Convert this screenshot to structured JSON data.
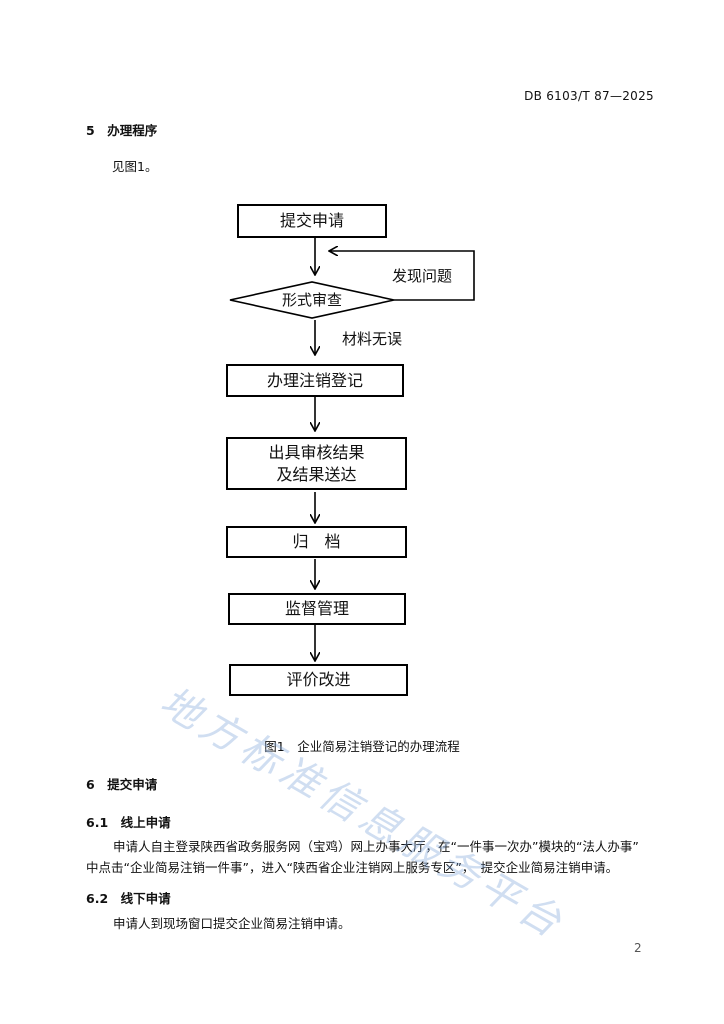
{
  "header": {
    "doc_code": "DB 6103/T 87—2025"
  },
  "section5": {
    "heading": "5　办理程序",
    "text": "见图1。"
  },
  "flowchart": {
    "steps": {
      "submit": "提交申请",
      "review": "形式审查",
      "process": "办理注销登记",
      "result_line1": "出具审核结果",
      "result_line2": "及结果送达",
      "archive": "归　档",
      "supervise": "监督管理",
      "improve": "评价改进"
    },
    "labels": {
      "problem": "发现问题",
      "ok": "材料无误"
    },
    "caption": "图1　企业简易注销登记的办理流程"
  },
  "section6": {
    "heading": "6　提交申请",
    "s1_heading": "6.1　线上申请",
    "s1_line1": "申请人自主登录陕西省政务服务网（宝鸡）网上办事大厅，在“一件事一次办”模块的“法人办事”",
    "s1_line2": "中点击“企业简易注销一件事”，进入“陕西省企业注销网上服务专区”，　提交企业简易注销申请。",
    "s2_heading": "6.2　线下申请",
    "s2_line1": "申请人到现场窗口提交企业简易注销申请。"
  },
  "watermark": "地方标准信息服务平台",
  "page_number": "2"
}
